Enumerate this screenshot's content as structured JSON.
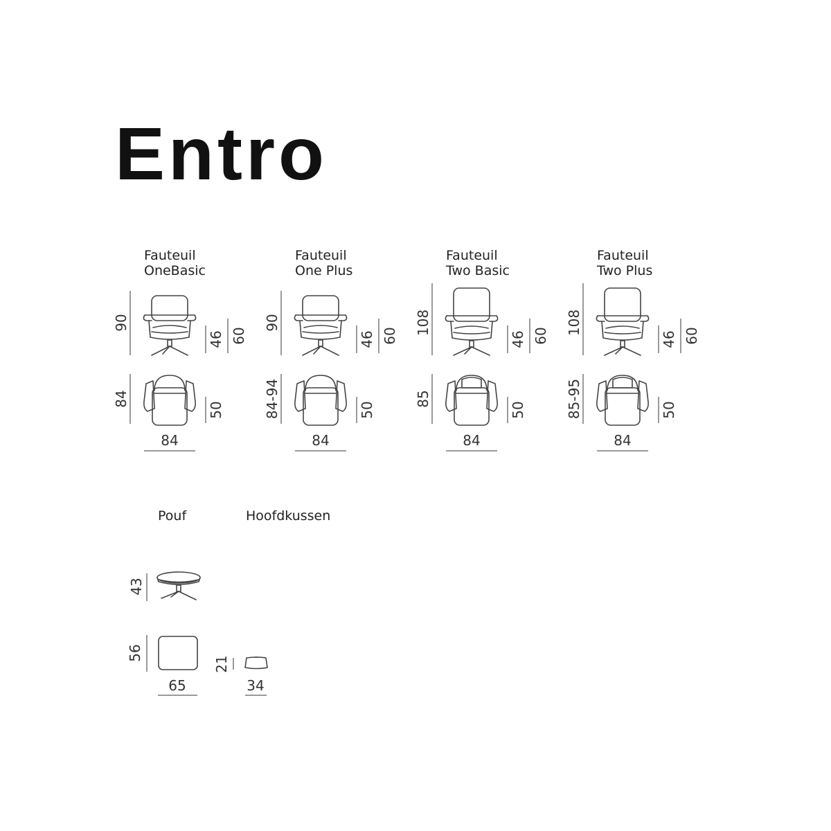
{
  "title": "Entro",
  "models": [
    {
      "line1": "Fauteuil",
      "line2": "OneBasic",
      "height": "90",
      "seat_height": "46",
      "arm_height": "60",
      "depth": "84",
      "seat_depth": "50",
      "width": "84",
      "tall": false
    },
    {
      "line1": "Fauteuil",
      "line2": "One Plus",
      "height": "90",
      "seat_height": "46",
      "arm_height": "60",
      "depth": "84-94",
      "seat_depth": "50",
      "width": "84",
      "tall": false
    },
    {
      "line1": "Fauteuil",
      "line2": "Two Basic",
      "height": "108",
      "seat_height": "46",
      "arm_height": "60",
      "depth": "85",
      "seat_depth": "50",
      "width": "84",
      "tall": true
    },
    {
      "line1": "Fauteuil",
      "line2": "Two Plus",
      "height": "108",
      "seat_height": "46",
      "arm_height": "60",
      "depth": "85-95",
      "seat_depth": "50",
      "width": "84",
      "tall": true
    }
  ],
  "pouf": {
    "label": "Pouf",
    "height": "43",
    "depth": "56",
    "width": "65"
  },
  "headrest": {
    "label": "Hoofdkussen",
    "height": "21",
    "width": "34"
  }
}
